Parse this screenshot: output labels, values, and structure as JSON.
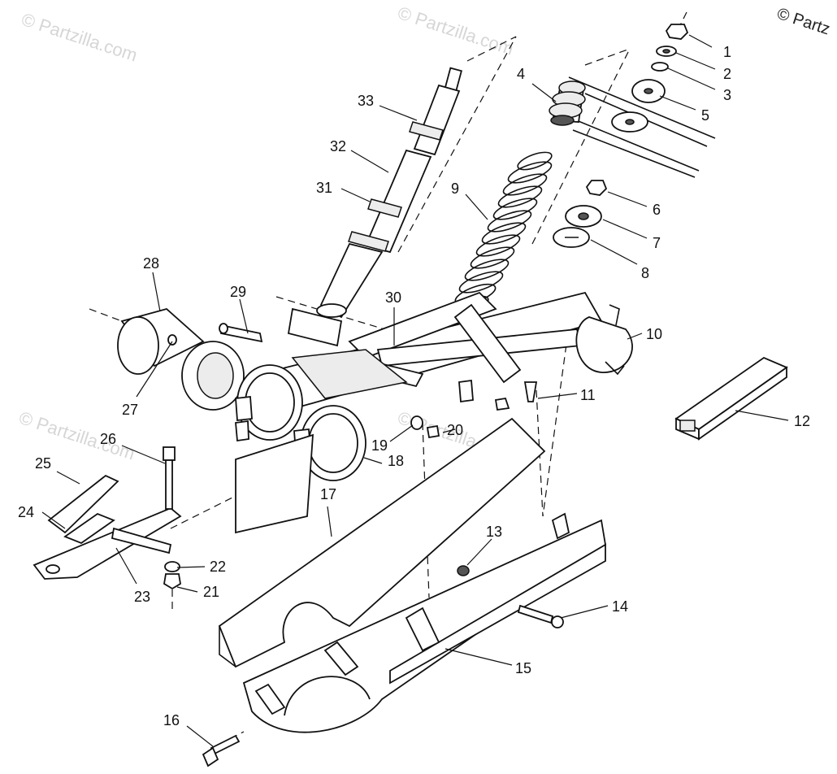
{
  "watermarks": [
    "© Partzilla.com",
    "© Partzilla.com",
    "© Partzilla.com",
    "© Partzilla.com"
  ],
  "copyright": "© Partz",
  "callouts": [
    "1",
    "2",
    "3",
    "4",
    "5",
    "6",
    "7",
    "8",
    "9",
    "10",
    "11",
    "12",
    "13",
    "14",
    "15",
    "16",
    "17",
    "18",
    "19",
    "20",
    "21",
    "22",
    "23",
    "24",
    "25",
    "26",
    "27",
    "28",
    "29",
    "30",
    "31",
    "32",
    "33"
  ]
}
